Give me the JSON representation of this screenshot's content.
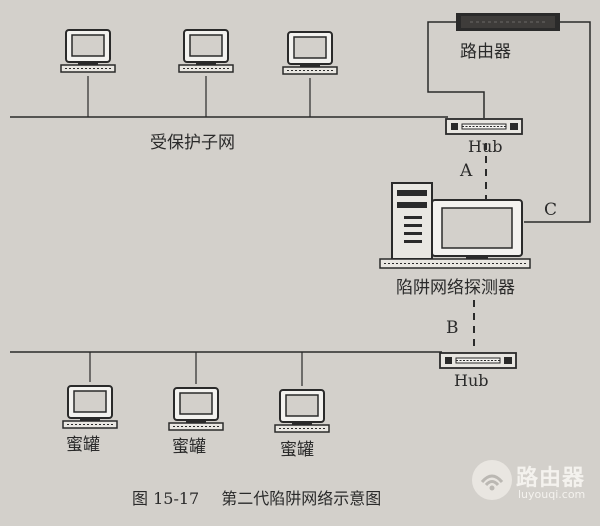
{
  "router": "路由器",
  "hub_top": "Hub",
  "hub_bottom": "Hub",
  "protected_subnet": "受保护子网",
  "link_a": "A",
  "link_b": "B",
  "link_c": "C",
  "trap_detector": "陷阱网络探测器",
  "honeypots": [
    "蜜罐",
    "蜜罐",
    "蜜罐"
  ],
  "caption": {
    "number": "图 15-17",
    "title": "第二代陷阱网络示意图"
  },
  "watermark": {
    "name": "路由器",
    "url": "luyouqi.com"
  }
}
